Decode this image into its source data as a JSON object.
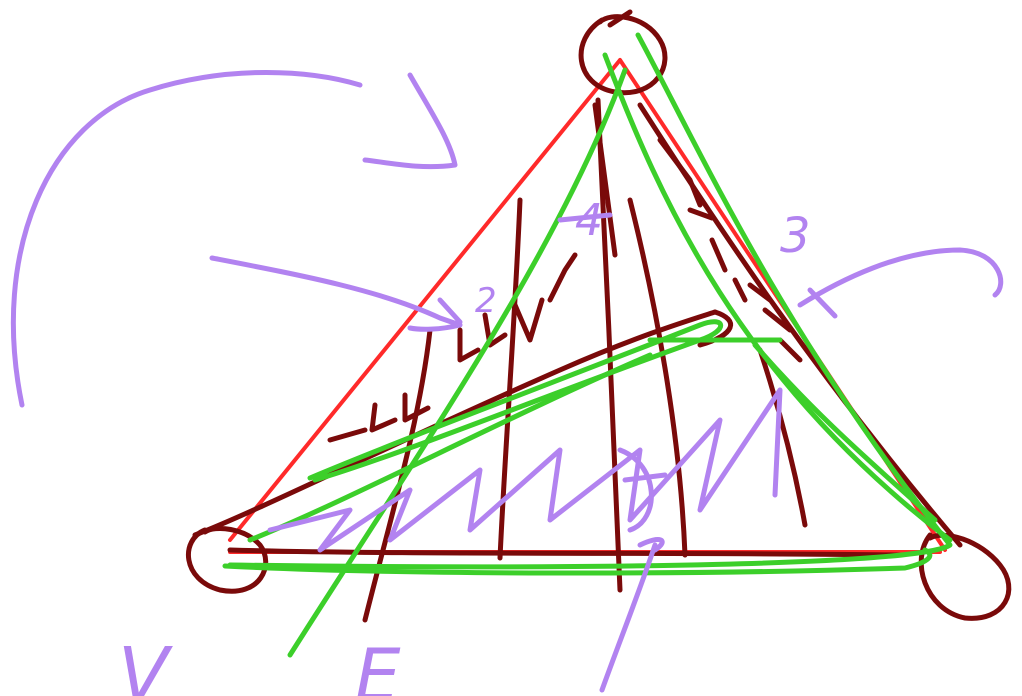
{
  "canvas": {
    "background": "#ffffff",
    "ink_colors": {
      "red": "#ff2a2a",
      "maroon": "#7a0a0a",
      "green": "#3ccf2a",
      "purple": "#b283f0"
    }
  },
  "handwriting": {
    "digit_4": "4",
    "digit_3": "3",
    "digit_2": "2",
    "letter_v": "V",
    "letter_e": "E"
  }
}
